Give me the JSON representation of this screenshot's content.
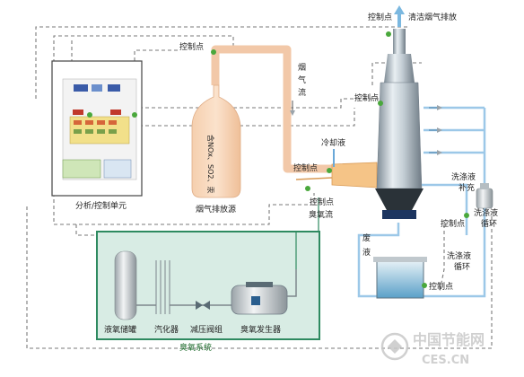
{
  "labels": {
    "control_point": "控制点",
    "clean_exhaust": "清洁烟气排放",
    "flue_gas_flow": [
      "烟",
      "气",
      "流"
    ],
    "emission_source_text": "含NOx、SO2、汞",
    "emission_source_label": "烟气排放源",
    "cooling_liquid": "冷却液",
    "ozone_flow": "臭氧流",
    "analysis_unit": "分析/控制单元",
    "waste_liquid": [
      "废",
      "液"
    ],
    "wash_supplement": [
      "洗涤液",
      "补充"
    ],
    "wash_cycle_a": [
      "洗涤液",
      "循环"
    ],
    "wash_cycle_b": [
      "洗涤液",
      "循环"
    ],
    "liquid_oxygen_tank": "液氧储罐",
    "vaporizer": "汽化器",
    "pressure_valve": "减压阀组",
    "ozone_generator": "臭氧发生器",
    "ozone_system": "臭氧系统"
  },
  "watermark": {
    "cn": "中国节能网",
    "en": "CES.CN"
  },
  "colors": {
    "dashed_control": "#7a7a7a",
    "flue_duct": "#f2c8a8",
    "wash_pipe": "#9cc8e8",
    "ozone_panel_border": "#2e8a60",
    "ozone_panel_fill": "#d8ece4",
    "green_dot": "#4aa83c",
    "tower_steel": "#b9c4cc"
  }
}
